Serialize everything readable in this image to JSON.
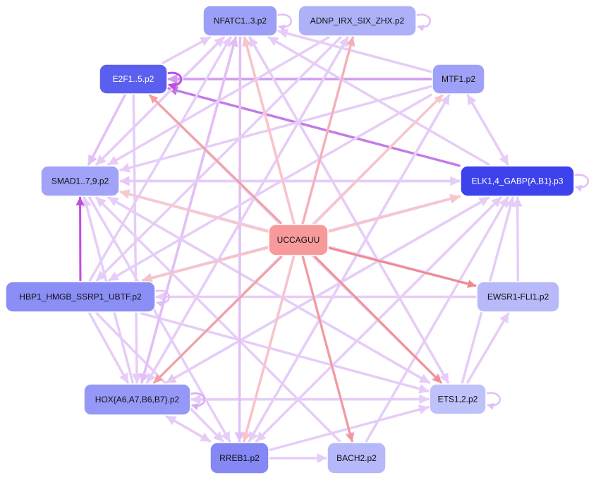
{
  "graph": {
    "center": {
      "id": "ucc",
      "label": "UCCAGUU",
      "fill": "#f99a9a"
    },
    "nodes": [
      {
        "id": "nfatc",
        "label": "NFATC1..3.p2",
        "fill": "#9c9ff7",
        "text": "#111111"
      },
      {
        "id": "adnp",
        "label": "ADNP_IRX_SIX_ZHX.p2",
        "fill": "#aeb1f8",
        "text": "#111111"
      },
      {
        "id": "e2f",
        "label": "E2F1..5.p2",
        "fill": "#5a5ff0",
        "text": "#ffffff"
      },
      {
        "id": "mtf",
        "label": "MTF1.p2",
        "fill": "#9ea1f7",
        "text": "#111111"
      },
      {
        "id": "smad",
        "label": "SMAD1..7,9.p2",
        "fill": "#a0a3f7",
        "text": "#111111"
      },
      {
        "id": "elk",
        "label": "ELK1,4_GABP{A,B1}.p3",
        "fill": "#3d42ec",
        "text": "#ffffff"
      },
      {
        "id": "hbp",
        "label": "HBP1_HMGB_SSRP1_UBTF.p2",
        "fill": "#8b8ef5",
        "text": "#111111"
      },
      {
        "id": "ewsr",
        "label": "EWSR1-FLI1.p2",
        "fill": "#b7b9f9",
        "text": "#111111"
      },
      {
        "id": "hox",
        "label": "HOX{A6,A7,B6,B7}.p2",
        "fill": "#9598f6",
        "text": "#111111"
      },
      {
        "id": "ets",
        "label": "ETS1,2.p2",
        "fill": "#bfc1fa",
        "text": "#111111"
      },
      {
        "id": "rreb",
        "label": "RREB1.p2",
        "fill": "#8487f4",
        "text": "#111111"
      },
      {
        "id": "bach",
        "label": "BACH2.p2",
        "fill": "#b6b8f9",
        "text": "#111111"
      }
    ],
    "edges": [
      {
        "from": "ucc",
        "to": "e2f",
        "color": "#f4a0a0"
      },
      {
        "from": "ucc",
        "to": "nfatc",
        "color": "#fbc3c3"
      },
      {
        "from": "ucc",
        "to": "adnp",
        "color": "#f7b0b0"
      },
      {
        "from": "ucc",
        "to": "mtf",
        "color": "#fbc5c5"
      },
      {
        "from": "ucc",
        "to": "smad",
        "color": "#fbc8c8"
      },
      {
        "from": "ucc",
        "to": "elk",
        "color": "#fbc5c5"
      },
      {
        "from": "ucc",
        "to": "hbp",
        "color": "#fbc3c3"
      },
      {
        "from": "ucc",
        "to": "ewsr",
        "color": "#f08a8a"
      },
      {
        "from": "ucc",
        "to": "hox",
        "color": "#f4a0a0"
      },
      {
        "from": "ucc",
        "to": "ets",
        "color": "#f29090"
      },
      {
        "from": "ucc",
        "to": "rreb",
        "color": "#fbc3c3"
      },
      {
        "from": "ucc",
        "to": "bach",
        "color": "#f29a9a"
      },
      {
        "from": "hbp",
        "to": "smad",
        "color": "#c04ee0",
        "strong": true
      },
      {
        "from": "mtf",
        "to": "e2f",
        "color": "#cf9cf0"
      },
      {
        "from": "elk",
        "to": "e2f",
        "color": "#c47ae6"
      },
      {
        "from": "elk",
        "to": "smad",
        "color": "#e4c4f6"
      },
      {
        "from": "elk",
        "to": "hbp",
        "color": "#d9b1f3"
      },
      {
        "from": "elk",
        "to": "hox",
        "color": "#e4c4f6"
      },
      {
        "from": "elk",
        "to": "nfatc",
        "color": "#e6cdf7"
      },
      {
        "from": "elk",
        "to": "rreb",
        "color": "#e6cdf7"
      },
      {
        "from": "elk",
        "to": "mtf",
        "color": "#e6cdf7"
      },
      {
        "from": "ewsr",
        "to": "hbp",
        "color": "#e6cdf7"
      },
      {
        "from": "ewsr",
        "to": "elk",
        "color": "#e6cdf7"
      },
      {
        "from": "ewsr",
        "to": "smad",
        "color": "#e6cdf7"
      },
      {
        "from": "ets",
        "to": "ewsr",
        "color": "#e6cdf7"
      },
      {
        "from": "ets",
        "to": "elk",
        "color": "#e6cdf7"
      },
      {
        "from": "ets",
        "to": "smad",
        "color": "#e6cdf7"
      },
      {
        "from": "ets",
        "to": "nfatc",
        "color": "#e6cdf7"
      },
      {
        "from": "ets",
        "to": "hox",
        "color": "#e6cdf7"
      },
      {
        "from": "bach",
        "to": "elk",
        "color": "#e6cdf7"
      },
      {
        "from": "bach",
        "to": "smad",
        "color": "#e6cdf7"
      },
      {
        "from": "bach",
        "to": "nfatc",
        "color": "#e6cdf7"
      },
      {
        "from": "rreb",
        "to": "bach",
        "color": "#e6cdf7"
      },
      {
        "from": "rreb",
        "to": "ets",
        "color": "#e6cdf7"
      },
      {
        "from": "rreb",
        "to": "hox",
        "color": "#e6cdf7"
      },
      {
        "from": "rreb",
        "to": "elk",
        "color": "#e6cdf7"
      },
      {
        "from": "rreb",
        "to": "adnp",
        "color": "#e6cdf7"
      },
      {
        "from": "rreb",
        "to": "mtf",
        "color": "#e6cdf7"
      },
      {
        "from": "hox",
        "to": "nfatc",
        "color": "#e2bff5"
      },
      {
        "from": "hox",
        "to": "adnp",
        "color": "#e6cdf7"
      },
      {
        "from": "hox",
        "to": "smad",
        "color": "#e6cdf7"
      },
      {
        "from": "hox",
        "to": "ets",
        "color": "#e6cdf7"
      },
      {
        "from": "hox",
        "to": "elk",
        "color": "#e6cdf7"
      },
      {
        "from": "hox",
        "to": "rreb",
        "color": "#e6cdf7"
      },
      {
        "from": "hbp",
        "to": "rreb",
        "color": "#e6cdf7"
      },
      {
        "from": "hbp",
        "to": "hox",
        "color": "#e6cdf7"
      },
      {
        "from": "hbp",
        "to": "ets",
        "color": "#e6cdf7"
      },
      {
        "from": "hbp",
        "to": "elk",
        "color": "#e4c4f6"
      },
      {
        "from": "hbp",
        "to": "nfatc",
        "color": "#e6cdf7"
      },
      {
        "from": "smad",
        "to": "elk",
        "color": "#e6cdf7"
      },
      {
        "from": "smad",
        "to": "rreb",
        "color": "#e6cdf7"
      },
      {
        "from": "smad",
        "to": "nfatc",
        "color": "#e6cdf7"
      },
      {
        "from": "smad",
        "to": "ets",
        "color": "#e6cdf7"
      },
      {
        "from": "e2f",
        "to": "smad",
        "color": "#e2bff5"
      },
      {
        "from": "e2f",
        "to": "hox",
        "color": "#e6cdf7"
      },
      {
        "from": "e2f",
        "to": "nfatc",
        "color": "#e6cdf7"
      },
      {
        "from": "e2f",
        "to": "ets",
        "color": "#e6cdf7"
      },
      {
        "from": "nfatc",
        "to": "rreb",
        "color": "#e2bff5"
      },
      {
        "from": "nfatc",
        "to": "hox",
        "color": "#e2bff5"
      },
      {
        "from": "nfatc",
        "to": "smad",
        "color": "#e6cdf7"
      },
      {
        "from": "nfatc",
        "to": "bach",
        "color": "#e6cdf7"
      },
      {
        "from": "nfatc",
        "to": "ets",
        "color": "#e6cdf7"
      },
      {
        "from": "adnp",
        "to": "hox",
        "color": "#e6cdf7"
      },
      {
        "from": "adnp",
        "to": "smad",
        "color": "#e6cdf7"
      },
      {
        "from": "adnp",
        "to": "rreb",
        "color": "#e6cdf7"
      },
      {
        "from": "adnp",
        "to": "hbp",
        "color": "#e6cdf7"
      },
      {
        "from": "mtf",
        "to": "hbp",
        "color": "#e6cdf7"
      },
      {
        "from": "mtf",
        "to": "rreb",
        "color": "#e6cdf7"
      },
      {
        "from": "mtf",
        "to": "hox",
        "color": "#e6cdf7"
      },
      {
        "from": "mtf",
        "to": "smad",
        "color": "#e6cdf7"
      },
      {
        "from": "mtf",
        "to": "elk",
        "color": "#e6cdf7"
      },
      {
        "from": "mtf",
        "to": "nfatc",
        "color": "#e6cdf7"
      }
    ],
    "self_loops": [
      {
        "node": "e2f",
        "color": "#c04ee0"
      },
      {
        "node": "nfatc",
        "color": "#e2bff5"
      },
      {
        "node": "adnp",
        "color": "#e2bff5"
      },
      {
        "node": "elk",
        "color": "#e2bff5"
      },
      {
        "node": "hbp",
        "color": "#e2bff5"
      },
      {
        "node": "hox",
        "color": "#d9a9f1"
      },
      {
        "node": "ets",
        "color": "#e2bff5"
      }
    ]
  }
}
